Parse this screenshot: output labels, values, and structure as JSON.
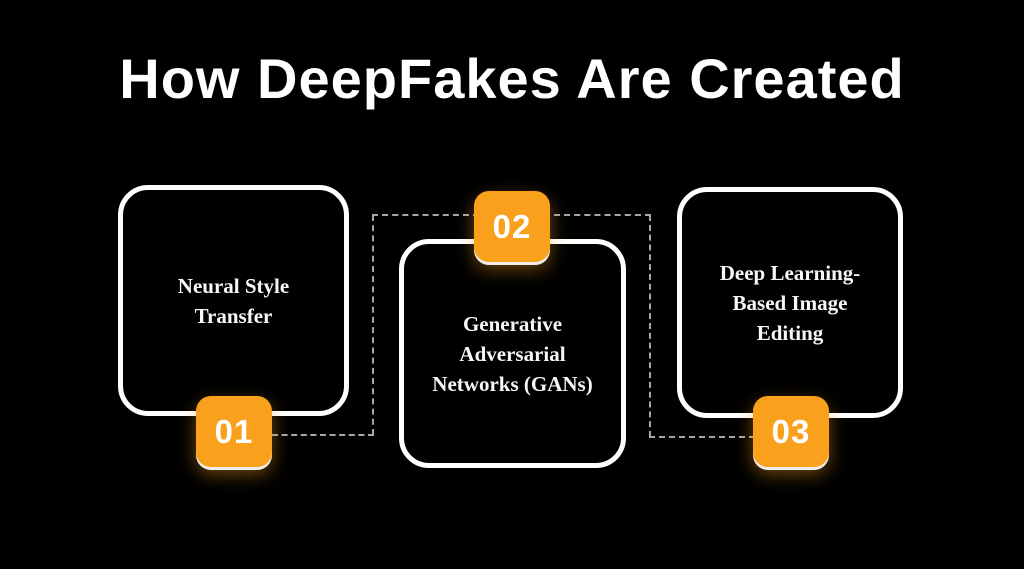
{
  "title": "How DeepFakes Are Created",
  "colors": {
    "background": "#000000",
    "accent": "#F9A11C",
    "text": "#FFFFFF",
    "connector": "#A6A6A6"
  },
  "steps": [
    {
      "number": "01",
      "label": "Neural Style\nTransfer"
    },
    {
      "number": "02",
      "label": "Generative\nAdversarial\nNetworks (GANs)"
    },
    {
      "number": "03",
      "label": "Deep Learning-\nBased Image\nEditing"
    }
  ]
}
